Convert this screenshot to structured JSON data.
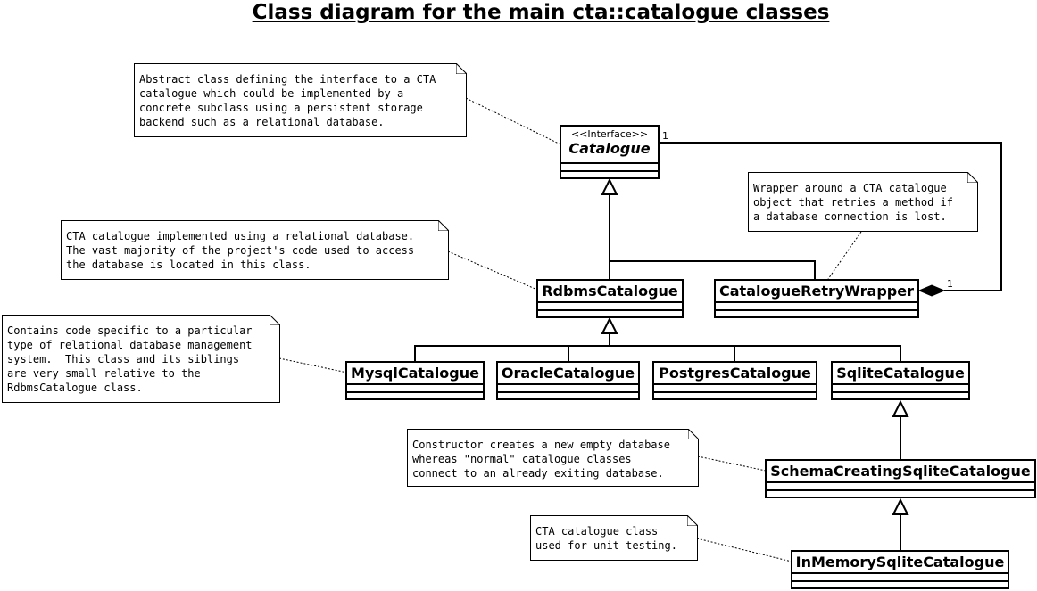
{
  "title": "Class diagram for the main cta::catalogue classes",
  "classes": {
    "catalogue": {
      "stereotype": "<<Interface>>",
      "name": "Catalogue"
    },
    "rdbms": {
      "name": "RdbmsCatalogue"
    },
    "retry": {
      "name": "CatalogueRetryWrapper"
    },
    "mysql": {
      "name": "MysqlCatalogue"
    },
    "oracle": {
      "name": "OracleCatalogue"
    },
    "postgres": {
      "name": "PostgresCatalogue"
    },
    "sqlite": {
      "name": "SqliteCatalogue"
    },
    "schema": {
      "name": "SchemaCreatingSqliteCatalogue"
    },
    "inmemory": {
      "name": "InMemorySqliteCatalogue"
    }
  },
  "notes": {
    "catalogue": "Abstract class defining the interface to a CTA\ncatalogue which could be implemented by a\nconcrete subclass using a persistent storage\nbackend such as a relational database.",
    "retry": "Wrapper around a CTA catalogue\nobject that retries a method if\na database connection is lost.",
    "rdbms": "CTA catalogue implemented using a relational database.\nThe vast majority of the project's code used to access\nthe database is located in this class.",
    "mysql": "Contains code specific to a particular\ntype of relational database management\nsystem.  This class and its siblings\nare very small relative to the\nRdbmsCatalogue class.",
    "schema": "Constructor creates a new empty database\nwhereas \"normal\" catalogue classes\nconnect to an already exiting database.",
    "inmemory": "CTA catalogue class\nused for unit testing."
  },
  "multiplicity": {
    "catalogue_end": "1",
    "wrapper_end": "1"
  }
}
